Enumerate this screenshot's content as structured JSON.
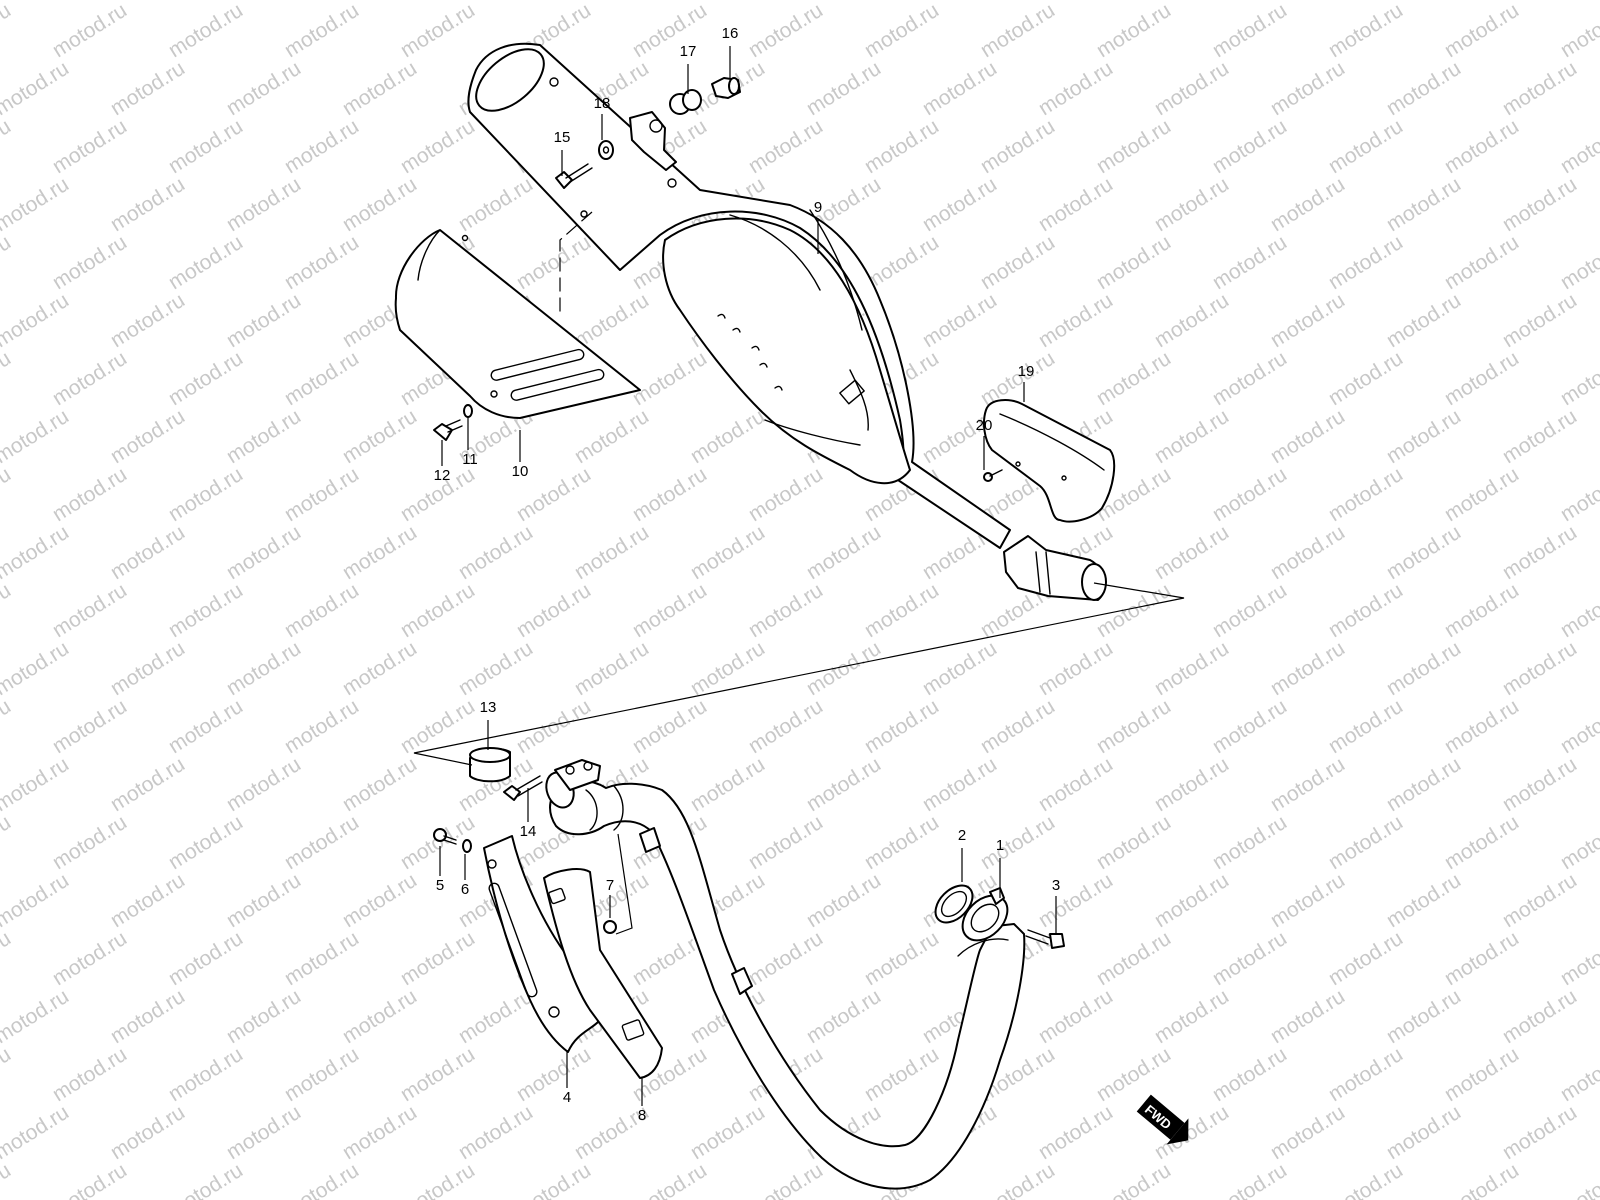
{
  "watermark": {
    "text": "motod.ru"
  },
  "callouts": [
    {
      "id": "1",
      "label": "1"
    },
    {
      "id": "2",
      "label": "2"
    },
    {
      "id": "3",
      "label": "3"
    },
    {
      "id": "4",
      "label": "4"
    },
    {
      "id": "5",
      "label": "5"
    },
    {
      "id": "6",
      "label": "6"
    },
    {
      "id": "7",
      "label": "7"
    },
    {
      "id": "8",
      "label": "8"
    },
    {
      "id": "9",
      "label": "9"
    },
    {
      "id": "10",
      "label": "10"
    },
    {
      "id": "11",
      "label": "11"
    },
    {
      "id": "12",
      "label": "12"
    },
    {
      "id": "13",
      "label": "13"
    },
    {
      "id": "14",
      "label": "14"
    },
    {
      "id": "15",
      "label": "15"
    },
    {
      "id": "16",
      "label": "16"
    },
    {
      "id": "17",
      "label": "17"
    },
    {
      "id": "18",
      "label": "18"
    },
    {
      "id": "19",
      "label": "19"
    },
    {
      "id": "20",
      "label": "20"
    }
  ],
  "direction_badge": {
    "label": "FWD"
  }
}
